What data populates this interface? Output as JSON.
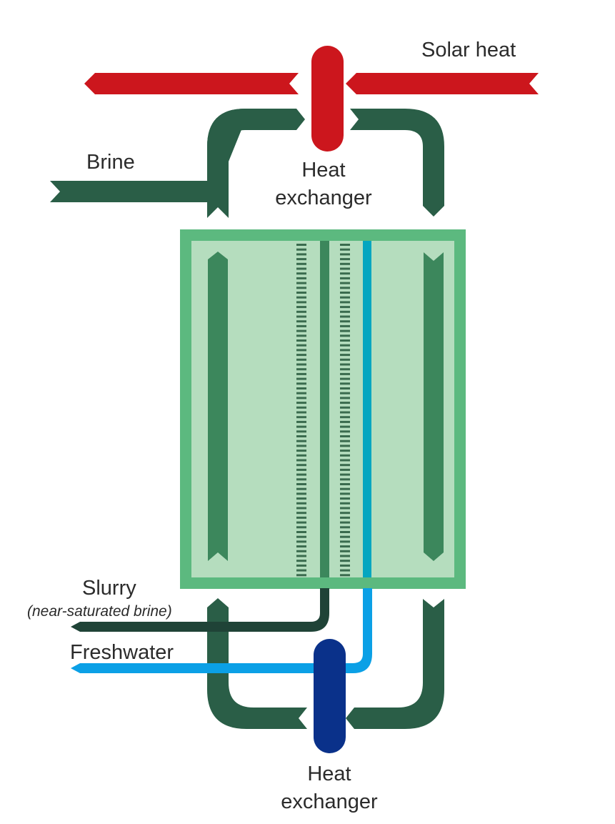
{
  "diagram": {
    "title": "Solar-powered brine concentration system",
    "labels": {
      "solar_heat": "Solar heat",
      "brine": "Brine",
      "top_heat_exchanger_line1": "Heat",
      "top_heat_exchanger_line2": "exchanger",
      "slurry": "Slurry",
      "slurry_note": "(near-saturated brine)",
      "freshwater": "Freshwater",
      "bottom_heat_exchanger_line1": "Heat",
      "bottom_heat_exchanger_line2": "exchanger"
    },
    "colors": {
      "solar_heat_flow": "#cc161d",
      "brine_loop": "#2a5e47",
      "slurry_line": "#1f4337",
      "freshwater_line": "#0ba0e6",
      "freshwater_inner": "#05a6c0",
      "vessel_border": "#5cb97f",
      "vessel_fill": "#b5ddbe",
      "inner_flow": "#3c875c",
      "cold_exchanger": "#0a318a"
    },
    "components": [
      {
        "id": "top-heat-exchanger",
        "type": "heat exchanger",
        "medium": "solar heat"
      },
      {
        "id": "vessel",
        "type": "membrane distillation module"
      },
      {
        "id": "bottom-heat-exchanger",
        "type": "heat exchanger",
        "medium": "freshwater"
      }
    ],
    "flows": [
      {
        "name": "Solar heat",
        "direction": "right-to-left through top heat exchanger"
      },
      {
        "name": "Brine",
        "direction": "enters from left into loop"
      },
      {
        "name": "Slurry (near-saturated brine)",
        "direction": "exits left"
      },
      {
        "name": "Freshwater",
        "direction": "exits left via bottom heat exchanger"
      }
    ]
  }
}
